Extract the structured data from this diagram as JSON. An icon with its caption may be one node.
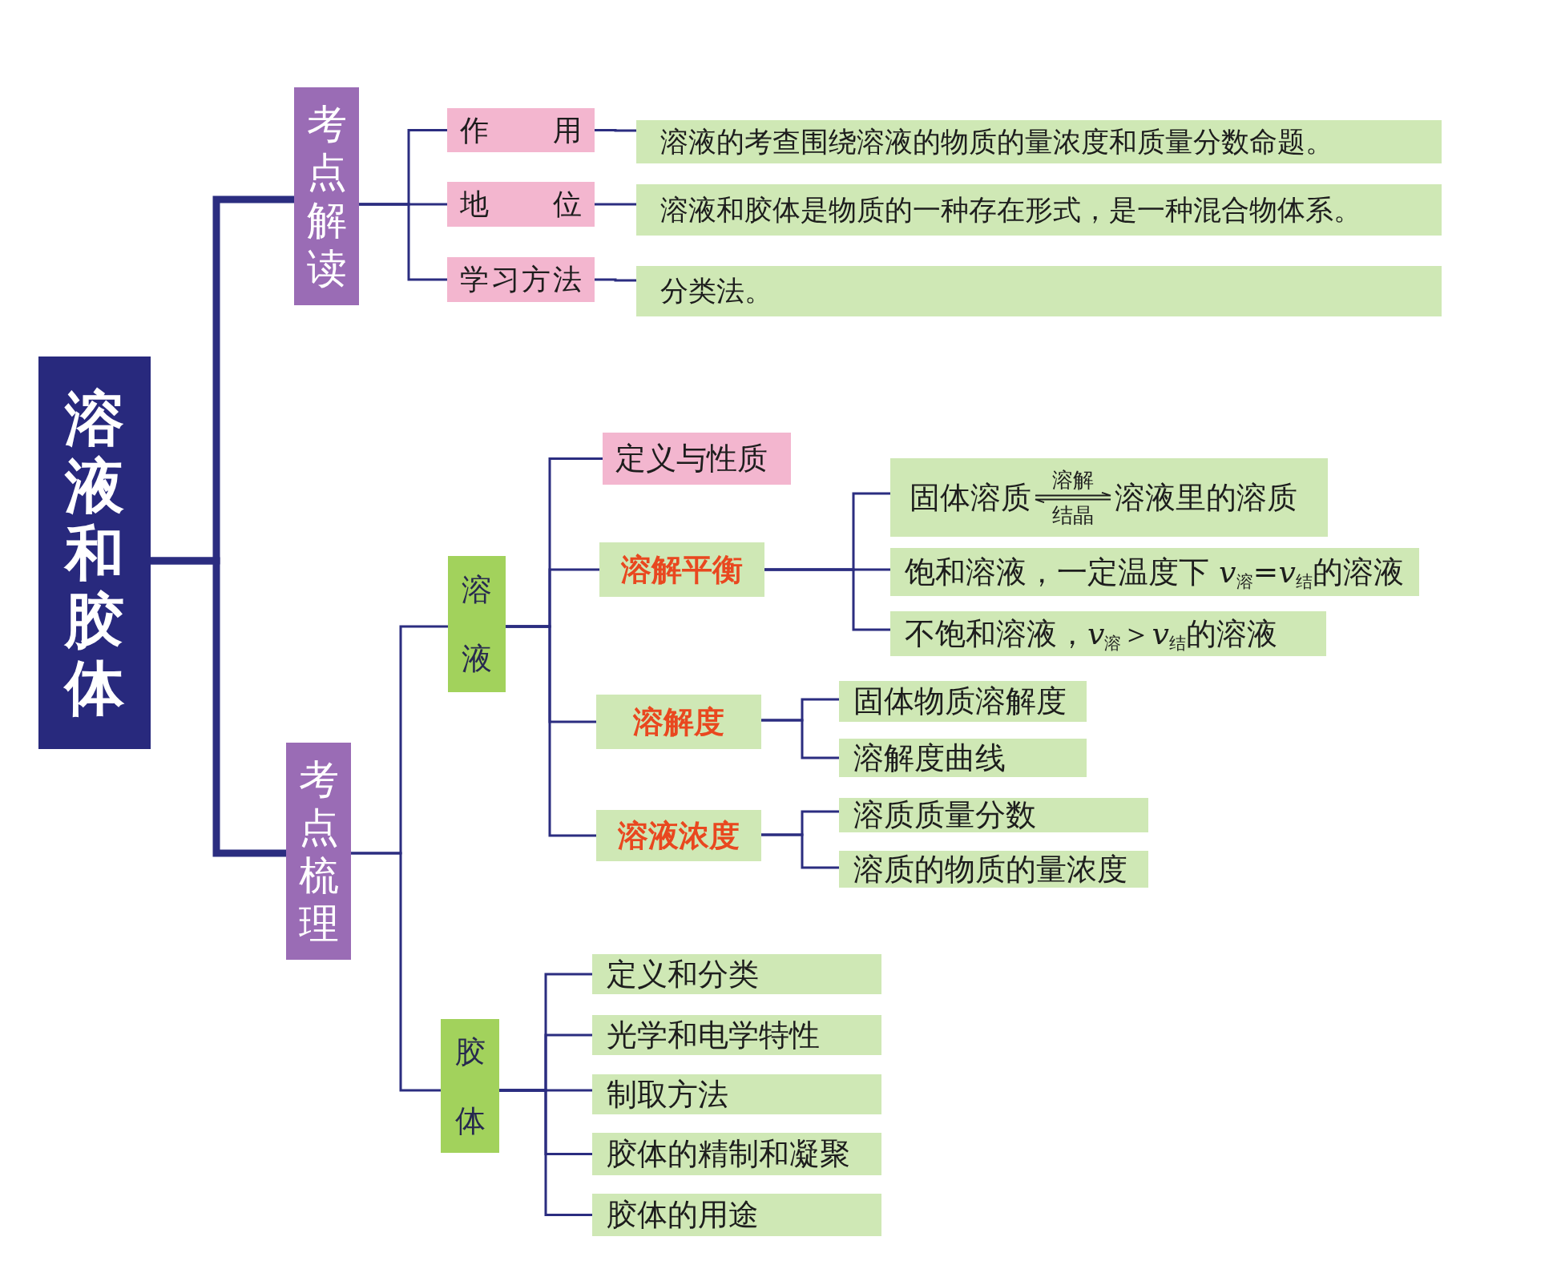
{
  "diagram": {
    "nodes": [
      {
        "text": [
          "溶液和胶体"
        ]
      },
      {
        "text": [
          "考点解读"
        ]
      },
      {
        "text": [
          "作用"
        ]
      },
      {
        "text": [
          "溶液的考查围绕溶液的物质的量浓度和质量分数命题。"
        ]
      },
      {
        "text": [
          "地位"
        ]
      },
      {
        "text": [
          "溶液和胶体是物质的一种存在形式，是一种混合物体系。"
        ]
      },
      {
        "text": [
          "学习方法"
        ]
      },
      {
        "text": [
          "分类法。"
        ]
      },
      {
        "text": [
          "考点梳理"
        ]
      },
      {
        "text": [
          "溶液"
        ]
      },
      {
        "text": [
          "定义与性质"
        ]
      },
      {
        "text": [
          "溶解平衡"
        ]
      },
      {
        "text": [
          "固体溶质",
          "溶解",
          "结晶",
          "溶液里的溶质"
        ]
      },
      {
        "text": [
          "饱和溶液，一定温度下 *v*$_{溶}$=*v*$_{结}$的溶液"
        ]
      },
      {
        "text": [
          "不饱和溶液，*v*$_{溶}$＞*v*$_{结}$的溶液"
        ]
      },
      {
        "text": [
          "溶解度"
        ]
      },
      {
        "text": [
          "固体物质溶解度"
        ]
      },
      {
        "text": [
          "溶解度曲线"
        ]
      },
      {
        "text": [
          "溶液浓度"
        ]
      },
      {
        "text": [
          "溶质质量分数"
        ]
      },
      {
        "text": [
          "溶质的物质的量浓度"
        ]
      },
      {
        "text": [
          "胶体"
        ]
      },
      {
        "text": [
          "定义和分类"
        ]
      },
      {
        "text": [
          "光学和电学特性"
        ]
      },
      {
        "text": [
          "制取方法"
        ]
      },
      {
        "text": [
          "胶体的精制和凝聚"
        ]
      },
      {
        "text": [
          "胶体的用途"
        ]
      }
    ],
    "edges": [
      {
        "from": 0,
        "to": 1,
        "arrow": "none",
        "style": "thick"
      },
      {
        "from": 0,
        "to": 8,
        "arrow": "none",
        "style": "thick"
      },
      {
        "from": 1,
        "to": 2,
        "arrow": "none"
      },
      {
        "from": 1,
        "to": 4,
        "arrow": "none"
      },
      {
        "from": 1,
        "to": 6,
        "arrow": "none"
      },
      {
        "from": 2,
        "to": 3,
        "arrow": "none"
      },
      {
        "from": 4,
        "to": 5,
        "arrow": "none"
      },
      {
        "from": 6,
        "to": 7,
        "arrow": "none"
      },
      {
        "from": 8,
        "to": 9,
        "arrow": "none"
      },
      {
        "from": 8,
        "to": 21,
        "arrow": "none"
      },
      {
        "from": 9,
        "to": 10,
        "arrow": "none"
      },
      {
        "from": 9,
        "to": 11,
        "arrow": "none"
      },
      {
        "from": 9,
        "to": 15,
        "arrow": "none"
      },
      {
        "from": 9,
        "to": 18,
        "arrow": "none"
      },
      {
        "from": 11,
        "to": 12,
        "arrow": "none"
      },
      {
        "from": 11,
        "to": 13,
        "arrow": "none"
      },
      {
        "from": 11,
        "to": 14,
        "arrow": "none"
      },
      {
        "from": 15,
        "to": 16,
        "arrow": "none"
      },
      {
        "from": 15,
        "to": 17,
        "arrow": "none"
      },
      {
        "from": 18,
        "to": 19,
        "arrow": "none"
      },
      {
        "from": 18,
        "to": 20,
        "arrow": "none"
      },
      {
        "from": 21,
        "to": 22,
        "arrow": "none"
      },
      {
        "from": 21,
        "to": 23,
        "arrow": "none"
      },
      {
        "from": 21,
        "to": 24,
        "arrow": "none"
      },
      {
        "from": 21,
        "to": 25,
        "arrow": "none"
      },
      {
        "from": 21,
        "to": 26,
        "arrow": "none"
      }
    ]
  }
}
